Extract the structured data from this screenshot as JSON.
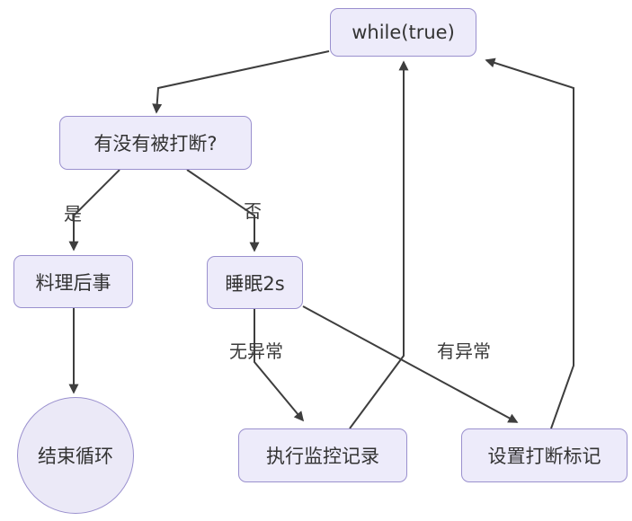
{
  "diagram": {
    "type": "flowchart",
    "background_color": "#ffffff",
    "node_fill_color": "#edebfa",
    "circle_fill_color": "#ebe9f7",
    "node_border_color": "#9a90ce",
    "edge_color": "#3e3e3e",
    "text_color": "#333333",
    "nodes": [
      {
        "id": "while-loop",
        "shape": "rounded-rect",
        "label": "while(true)"
      },
      {
        "id": "interrupted-check",
        "shape": "rounded-rect",
        "label": "有没有被打断?"
      },
      {
        "id": "cleanup",
        "shape": "rounded-rect",
        "label": "料理后事"
      },
      {
        "id": "sleep-2s",
        "shape": "rounded-rect",
        "label": "睡眠2s"
      },
      {
        "id": "end-loop",
        "shape": "circle",
        "label": "结束循环"
      },
      {
        "id": "monitor-record",
        "shape": "rounded-rect",
        "label": "执行监控记录"
      },
      {
        "id": "set-interrupt-flag",
        "shape": "rounded-rect",
        "label": "设置打断标记"
      }
    ],
    "edge_labels": [
      {
        "id": "yes",
        "label": "是"
      },
      {
        "id": "no",
        "label": "否"
      },
      {
        "id": "no-exception",
        "label": "无异常"
      },
      {
        "id": "has-exception",
        "label": "有异常"
      }
    ],
    "edges": [
      {
        "from": "while-loop",
        "to": "interrupted-check",
        "label": ""
      },
      {
        "from": "interrupted-check",
        "to": "cleanup",
        "label": "是"
      },
      {
        "from": "interrupted-check",
        "to": "sleep-2s",
        "label": "否"
      },
      {
        "from": "cleanup",
        "to": "end-loop",
        "label": ""
      },
      {
        "from": "sleep-2s",
        "to": "monitor-record",
        "label": "无异常"
      },
      {
        "from": "sleep-2s",
        "to": "set-interrupt-flag",
        "label": "有异常"
      },
      {
        "from": "monitor-record",
        "to": "while-loop",
        "label": ""
      },
      {
        "from": "set-interrupt-flag",
        "to": "while-loop",
        "label": ""
      }
    ]
  }
}
